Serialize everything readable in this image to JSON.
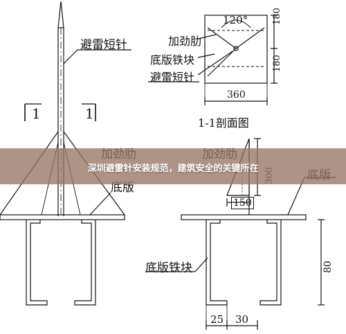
{
  "banner": {
    "title": "深圳避雷针安装规范，建筑安全的关键所在"
  },
  "diagram": {
    "labels": {
      "lightning_rod_left": "避雷短针",
      "section_mark_left": "1",
      "section_mark_right": "1",
      "stiffener_main": "加劲肋",
      "base_plate_main": "底版",
      "stiffener_section": "加劲肋",
      "base_plate_block_section": "底版铁块",
      "lightning_rod_section": "避雷短针",
      "angle": "120°",
      "dim_180_top": "180",
      "dim_180_bottom": "180",
      "dim_360": "360",
      "section_title": "1-1剖面图",
      "stiffener_right": "加劲肋",
      "dim_300": "300",
      "dim_150": "150",
      "base_plate_right": "底版",
      "base_plate_block_right": "底版铁块",
      "dim_80": "80",
      "dim_25": "25",
      "dim_30": "30"
    }
  }
}
